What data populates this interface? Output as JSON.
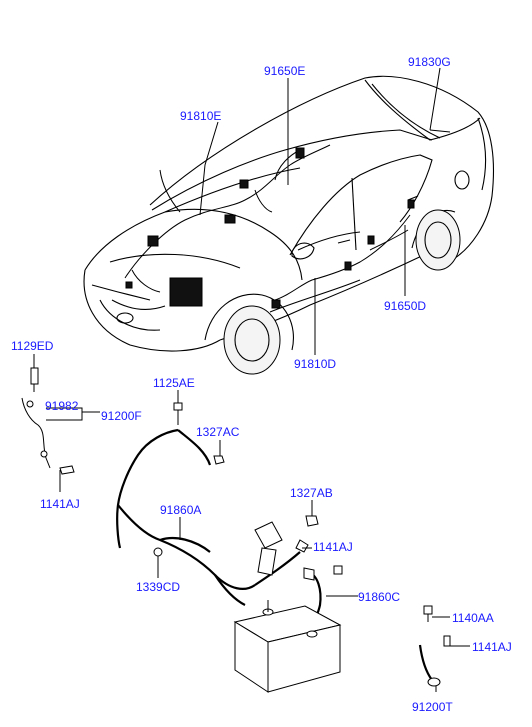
{
  "labels": {
    "l_91650E": "91650E",
    "l_91830G": "91830G",
    "l_91810E": "91810E",
    "l_91650D": "91650D",
    "l_91810D": "91810D",
    "l_1129ED": "1129ED",
    "l_91982": "91982",
    "l_91200F": "91200F",
    "l_1141AJ_a": "1141AJ",
    "l_1125AE": "1125AE",
    "l_1327AC": "1327AC",
    "l_1327AB": "1327AB",
    "l_1141AJ_b": "1141AJ",
    "l_91860A": "91860A",
    "l_1339CD": "1339CD",
    "l_91860C": "91860C",
    "l_1140AA": "1140AA",
    "l_1141AJ_c": "1141AJ",
    "l_91200T": "91200T"
  },
  "colors": {
    "label": "#1a1aff",
    "line": "#000000"
  }
}
